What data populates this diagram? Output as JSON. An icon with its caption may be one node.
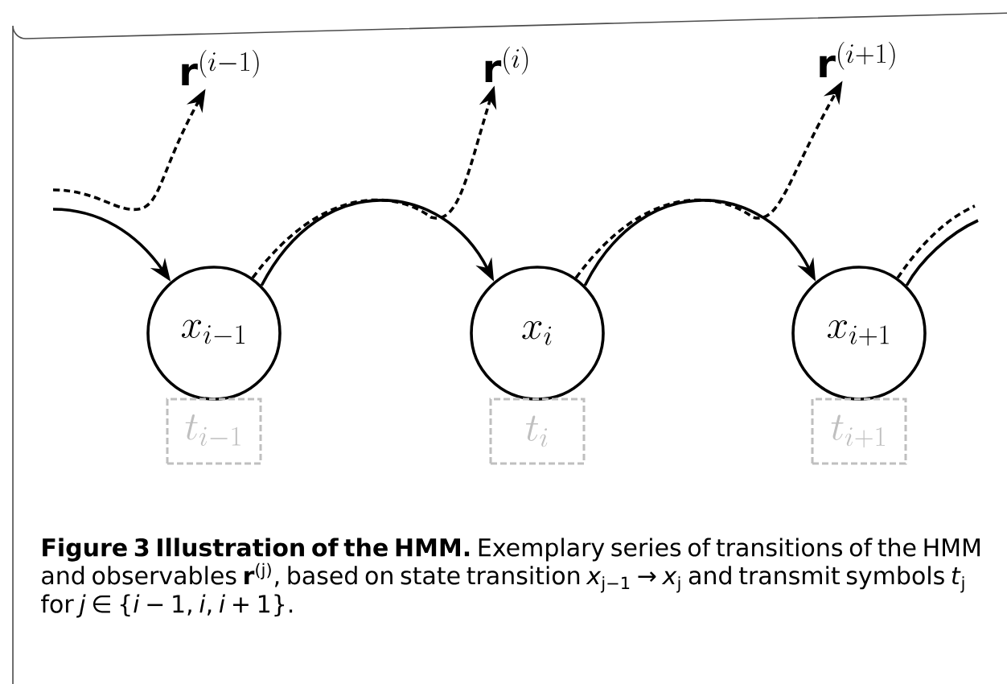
{
  "diagram": {
    "caption": "**Figure 3 Illustration of the HMM.** Exemplary series of transitions of the HMM and observables **r**$^{(j)}$, based on state transition *x*$_{j−1}$ → *x*$_{j}$ and transmit symbols *t*$_{j}$ for *j* ∈ {*i* − 1, *i*, *i* + 1}.",
    "nodes": [
      {
        "text": [
          "\\mathbf{r}^{(i-1)}"
        ]
      },
      {
        "text": [
          "\\mathbf{r}^{(i)}"
        ]
      },
      {
        "text": [
          "\\mathbf{r}^{(i+1)}"
        ]
      },
      {
        "text": [
          "x_{i-1}"
        ]
      },
      {
        "text": [
          "x_{i}"
        ]
      },
      {
        "text": [
          "x_{i+1}"
        ]
      },
      {
        "text": [
          "t_{i-1}"
        ]
      },
      {
        "text": [
          "t_{i}"
        ]
      },
      {
        "text": [
          "t_{i+1}"
        ]
      }
    ],
    "edges": [
      {
        "from": null,
        "to": 3,
        "arrow": "to"
      },
      {
        "from": 3,
        "to": 4,
        "arrow": "to"
      },
      {
        "from": 4,
        "to": 5,
        "arrow": "to"
      },
      {
        "from": 5,
        "to": null,
        "arrow": "none"
      },
      {
        "from": null,
        "to": 0,
        "arrow": "to",
        "style": "dashed"
      },
      {
        "from": 3,
        "to": 1,
        "arrow": "to",
        "style": "dashed"
      },
      {
        "from": 4,
        "to": 2,
        "arrow": "to",
        "style": "dashed"
      },
      {
        "from": 5,
        "to": null,
        "arrow": "none",
        "style": "dashed"
      }
    ]
  }
}
